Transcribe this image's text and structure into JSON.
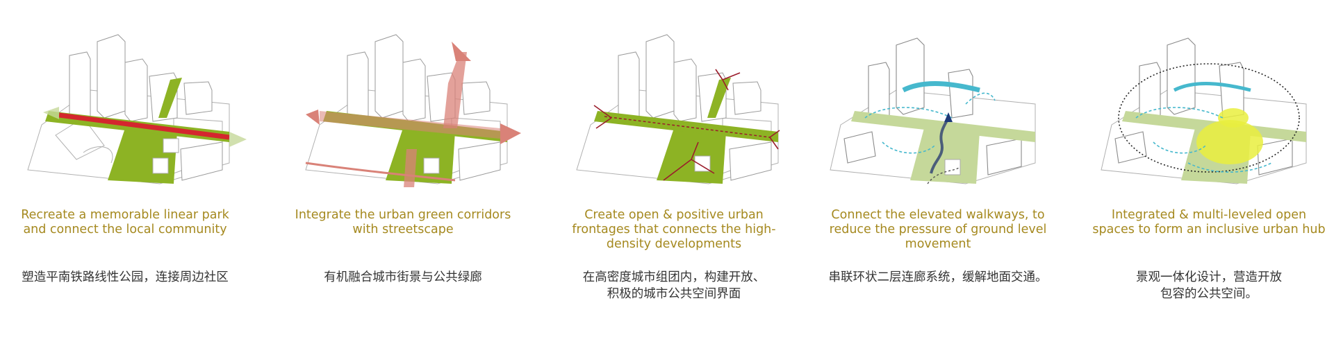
{
  "colors": {
    "park_green": "#8db324",
    "light_green": "#c5d89a",
    "corridor_red": "#d4272e",
    "arrow_pink": "#d98278",
    "arrow_darkred": "#9a1c2b",
    "walkway_cyan": "#46b8cd",
    "hub_yellow": "#e9ee3e",
    "caption_gold": "#a5891f",
    "caption_gray": "#333333"
  },
  "panels": [
    {
      "caption_en": "Recreate a memorable linear park\nand connect the local community",
      "caption_zh": "塑造平南铁路线性公园，连接周边社区"
    },
    {
      "caption_en": "Integrate the urban green corridors\nwith streetscape",
      "caption_zh": "有机融合城市街景与公共绿廊"
    },
    {
      "caption_en": "Create open & positive urban\nfrontages that connects the high-\ndensity developments",
      "caption_zh": "在高密度城市组团内，构建开放、\n积极的城市公共空间界面"
    },
    {
      "caption_en": "Connect the elevated walkways, to\nreduce the pressure of ground level\nmovement",
      "caption_zh": "串联环状二层连廊系统，缓解地面交通。"
    },
    {
      "caption_en": "Integrated & multi-leveled open\nspaces to form an inclusive urban hub",
      "caption_zh": "景观一体化设计，营造开放\n包容的公共空间。"
    }
  ]
}
